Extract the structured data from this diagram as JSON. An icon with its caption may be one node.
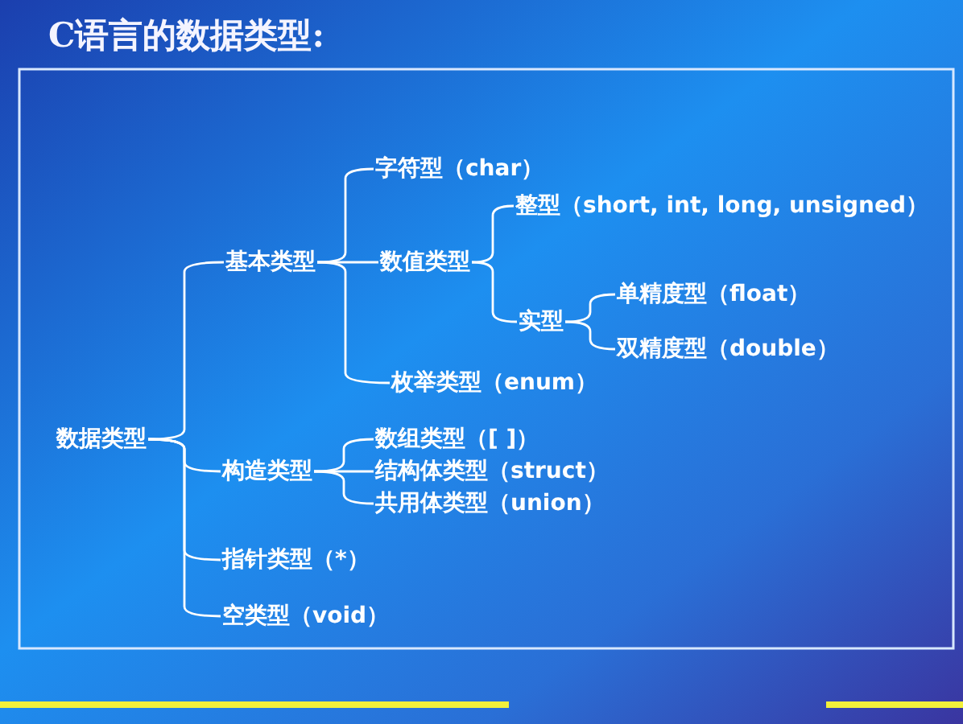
{
  "diagram": {
    "title": "C语言的数据类型:",
    "nodes": [
      {
        "text": [
          "数据类型"
        ]
      },
      {
        "text": [
          "基本类型"
        ]
      },
      {
        "text": [
          "构造类型"
        ]
      },
      {
        "text": [
          "指针类型（*）"
        ]
      },
      {
        "text": [
          "空类型（void）"
        ]
      },
      {
        "text": [
          "字符型（char）"
        ]
      },
      {
        "text": [
          "数值类型"
        ]
      },
      {
        "text": [
          "枚举类型（enum）"
        ]
      },
      {
        "text": [
          "整型（short, int, long, unsigned）"
        ]
      },
      {
        "text": [
          "实型"
        ]
      },
      {
        "text": [
          "单精度型（float）"
        ]
      },
      {
        "text": [
          "双精度型（double）"
        ]
      },
      {
        "text": [
          "数组类型（[ ]）"
        ]
      },
      {
        "text": [
          "结构体类型（struct）"
        ]
      },
      {
        "text": [
          "共用体类型（union）"
        ]
      }
    ],
    "edges": [
      {
        "from": 0,
        "to": 1,
        "arrow": "none"
      },
      {
        "from": 0,
        "to": 2,
        "arrow": "none"
      },
      {
        "from": 0,
        "to": 3,
        "arrow": "none"
      },
      {
        "from": 0,
        "to": 4,
        "arrow": "none"
      },
      {
        "from": 1,
        "to": 5,
        "arrow": "none"
      },
      {
        "from": 1,
        "to": 6,
        "arrow": "none"
      },
      {
        "from": 1,
        "to": 7,
        "arrow": "none"
      },
      {
        "from": 6,
        "to": 8,
        "arrow": "none"
      },
      {
        "from": 6,
        "to": 9,
        "arrow": "none"
      },
      {
        "from": 9,
        "to": 10,
        "arrow": "none"
      },
      {
        "from": 9,
        "to": 11,
        "arrow": "none"
      },
      {
        "from": 2,
        "to": 12,
        "arrow": "none"
      },
      {
        "from": 2,
        "to": 13,
        "arrow": "none"
      },
      {
        "from": 2,
        "to": 14,
        "arrow": "none"
      }
    ]
  }
}
